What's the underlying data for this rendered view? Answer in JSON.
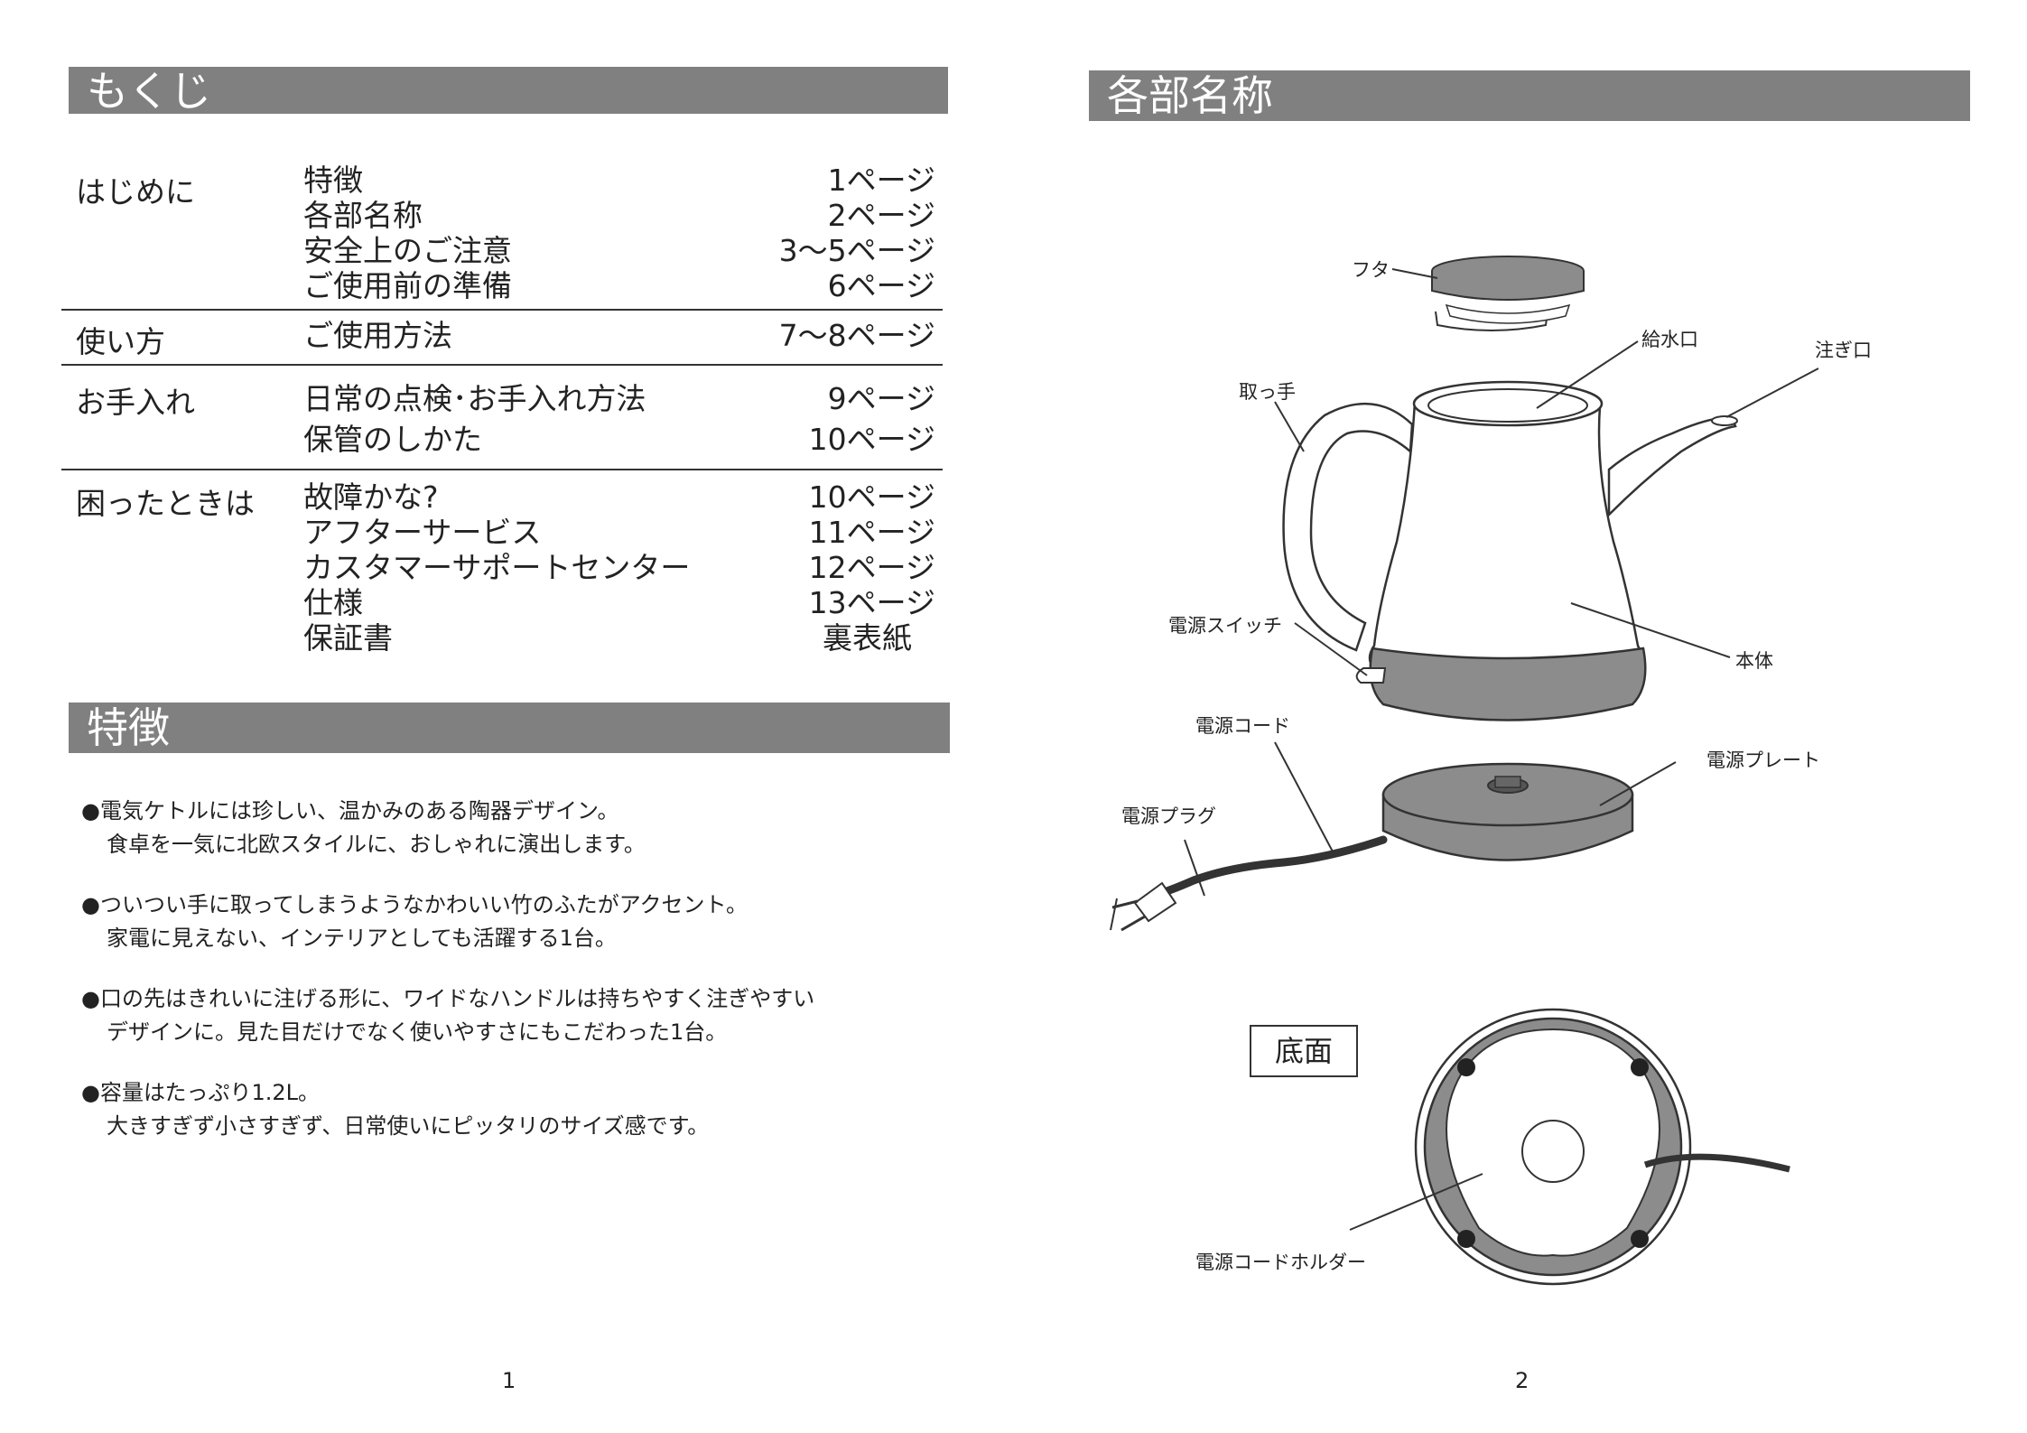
{
  "left": {
    "toc_title": "もくじ",
    "toc": [
      {
        "category": "はじめに",
        "rows": [
          {
            "item": "特徴",
            "page": "1ページ"
          },
          {
            "item": "各部名称",
            "page": "2ページ"
          },
          {
            "item": "安全上のご注意",
            "page": "3～5ページ"
          },
          {
            "item": "ご使用前の準備",
            "page": "6ページ"
          }
        ]
      },
      {
        "category": "使い方",
        "rows": [
          {
            "item": "ご使用方法",
            "page": "7～8ページ"
          }
        ]
      },
      {
        "category": "お手入れ",
        "rows": [
          {
            "item": "日常の点検･お手入れ方法",
            "page": "9ページ"
          },
          {
            "item": "保管のしかた",
            "page": "10ページ"
          }
        ]
      },
      {
        "category": "困ったときは",
        "rows": [
          {
            "item": "故障かな?",
            "page": "10ページ"
          },
          {
            "item": "アフターサービス",
            "page": "11ページ"
          },
          {
            "item": "カスタマーサポートセンター",
            "page": "12ページ"
          },
          {
            "item": "仕様",
            "page": "13ページ"
          },
          {
            "item": "保証書",
            "page": "裏表紙"
          }
        ]
      }
    ],
    "features_title": "特徴",
    "features": [
      {
        "line1": "●電気ケトルには珍しい、温かみのある陶器デザイン。",
        "line2": "食卓を一気に北欧スタイルに、おしゃれに演出します。"
      },
      {
        "line1": "●ついつい手に取ってしまうようなかわいい竹のふたがアクセント。",
        "line2": "家電に見えない、インテリアとしても活躍する1台。"
      },
      {
        "line1": "●口の先はきれいに注げる形に、ワイドなハンドルは持ちやすく注ぎやすい",
        "line2": "デザインに。見た目だけでなく使いやすさにもこだわった1台。"
      },
      {
        "line1": "●容量はたっぷり1.2L。",
        "line2": "大きすぎず小さすぎず、日常使いにピッタリのサイズ感です。"
      }
    ],
    "page_number": "1"
  },
  "right": {
    "parts_title": "各部名称",
    "labels": {
      "lid": "フタ",
      "fill_opening": "給水口",
      "spout": "注ぎ口",
      "handle": "取っ手",
      "power_switch": "電源スイッチ",
      "body": "本体",
      "power_cord": "電源コード",
      "power_plate": "電源プレート",
      "power_plug": "電源プラグ",
      "cord_holder": "電源コードホルダー"
    },
    "bottom_label": "底面",
    "page_number": "2"
  },
  "colors": {
    "section_bar": "#808080",
    "part_fill": "#8c8c8c",
    "cord": "#333333"
  }
}
